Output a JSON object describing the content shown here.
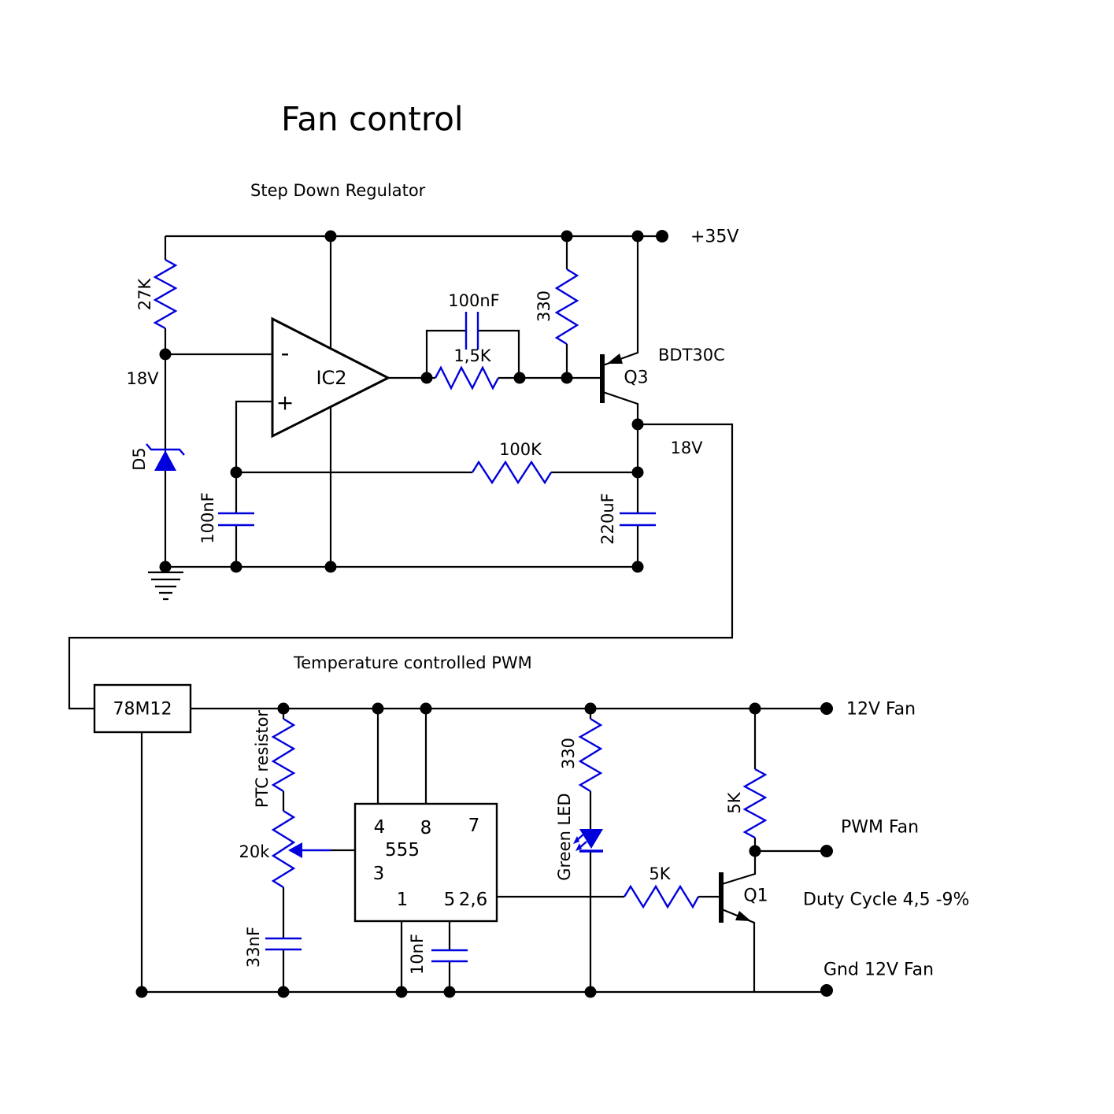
{
  "colors": {
    "component": "#0000dd",
    "wire": "#000000",
    "text": "#000000"
  },
  "header": {
    "title": "Fan control"
  },
  "regulator": {
    "section_label": "Step Down Regulator",
    "r27k": "27K",
    "node18v": "18V",
    "zener": "D5",
    "opamp": "IC2",
    "inv_mark": "-",
    "noninv_mark": "+",
    "cap_fb": "100nF",
    "res_fb": "1,5K",
    "res_drive": "330",
    "q3_type": "BDT30C",
    "q3_ref": "Q3",
    "rail35": "+35V",
    "res_fdbk": "100K",
    "cap_ref": "100nF",
    "cap_out": "220uF",
    "out18v": "18V"
  },
  "pwm": {
    "section_label": "Temperature controlled PWM",
    "vreg": "78M12",
    "ptc": "PTC resistor",
    "pot": "20k",
    "cap_pot": "33nF",
    "timer": "555",
    "pin4": "4",
    "pin8": "8",
    "pin7": "7",
    "pin3": "3",
    "pin1": "1",
    "pin5": "5",
    "pin26": "2,6",
    "cap_ctl": "10nF",
    "led": "Green LED",
    "res_led": "330",
    "res_pullup": "5K",
    "res_base": "5K",
    "q1_ref": "Q1",
    "term_12v": "12V Fan",
    "term_pwm": "PWM Fan",
    "duty": "Duty Cycle 4,5 -9%",
    "term_gnd": "Gnd 12V Fan"
  }
}
